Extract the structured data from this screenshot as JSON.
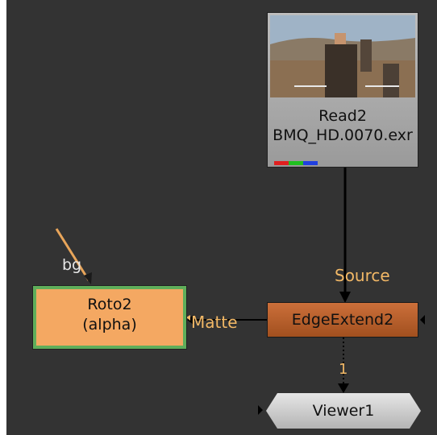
{
  "nodes": {
    "read2": {
      "name": "Read2",
      "file": "BMQ_HD.0070.exr"
    },
    "roto2": {
      "name": "Roto2",
      "channel": "(alpha)"
    },
    "edgeextend2": {
      "name": "EdgeExtend2"
    },
    "viewer1": {
      "name": "Viewer1"
    }
  },
  "inputs": {
    "source": "Source",
    "matte": "Matte",
    "bg": "bg",
    "viewer_input": "1"
  },
  "colors": {
    "graph_background": "#333333",
    "wire": "#000000",
    "input_label": "#f2b866",
    "roto_node": "#f4a862",
    "roto_selected_border": "#5fae5a",
    "edgeextend_node": "#b85e2c",
    "channel_swatches": [
      "#e02020",
      "#20c020",
      "#2040e0"
    ]
  }
}
